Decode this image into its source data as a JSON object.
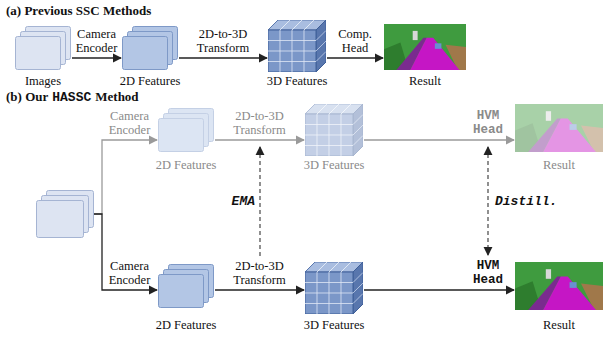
{
  "diagram": {
    "nodes": [
      {
        "text": [
          "Images"
        ]
      },
      {
        "text": [
          "2D Features"
        ]
      },
      {
        "text": [
          "3D Features"
        ]
      },
      {
        "text": [
          "Result"
        ]
      },
      {
        "text": []
      },
      {
        "text": [
          "2D Features"
        ]
      },
      {
        "text": [
          "3D Features"
        ]
      },
      {
        "text": [
          "Result"
        ]
      },
      {
        "text": [
          "2D Features"
        ]
      },
      {
        "text": [
          "3D Features"
        ]
      },
      {
        "text": [
          "Result"
        ]
      }
    ],
    "edges": [
      {
        "from": 0,
        "to": 1,
        "arrow": "to",
        "label": "Camera Encoder"
      },
      {
        "from": 1,
        "to": 2,
        "arrow": "to",
        "label": "2D-to-3D Transform"
      },
      {
        "from": 2,
        "to": 3,
        "arrow": "to",
        "label": "Comp. Head"
      },
      {
        "from": 4,
        "to": 5,
        "arrow": "to",
        "label": "Camera Encoder"
      },
      {
        "from": 5,
        "to": 6,
        "arrow": "to",
        "label": "2D-to-3D Transform"
      },
      {
        "from": 6,
        "to": 7,
        "arrow": "to",
        "label": "HVM Head"
      },
      {
        "from": 4,
        "to": 8,
        "arrow": "to",
        "label": "Camera Encoder"
      },
      {
        "from": 8,
        "to": 9,
        "arrow": "to",
        "label": "2D-to-3D Transform"
      },
      {
        "from": 9,
        "to": 10,
        "arrow": "to",
        "label": "HVM Head"
      }
    ],
    "labels": [
      "(a) Previous SSC Methods",
      "(b) Our",
      "HASSC",
      "Method",
      "EMA",
      "Distill."
    ]
  }
}
